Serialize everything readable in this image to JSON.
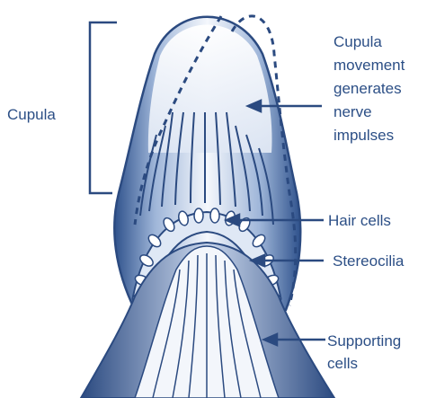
{
  "labels": {
    "cupula": "Cupula",
    "movement": [
      "Cupula",
      "movement",
      "generates",
      "nerve",
      "impulses"
    ],
    "hair_cells": "Hair cells",
    "stereocilia": "Stereocilia",
    "supporting": [
      "Supporting",
      "cells"
    ]
  },
  "colors": {
    "ink": "#2c4f86",
    "dark": "#2b4a80",
    "mid": "#6f8fc0",
    "light": "#dfe8f5",
    "pale": "#f3f6fb"
  }
}
